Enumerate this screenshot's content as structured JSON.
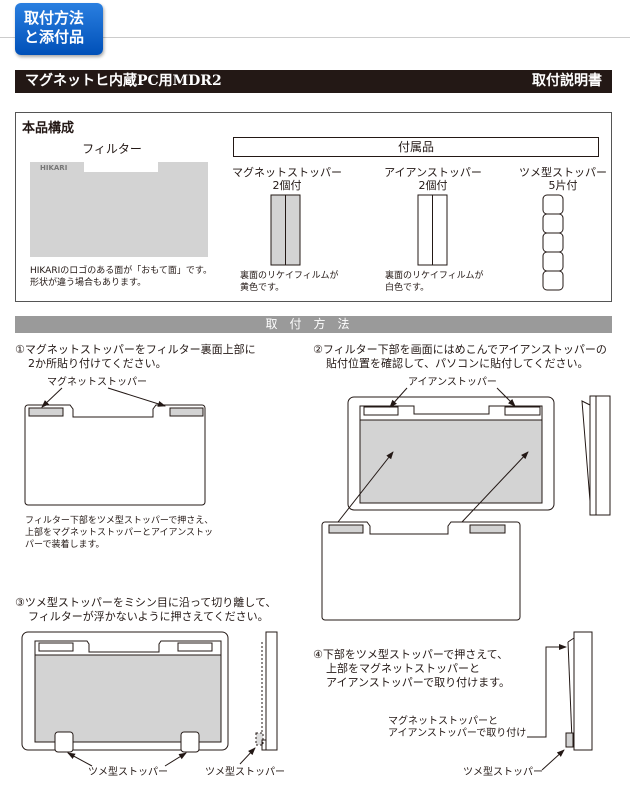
{
  "badge": {
    "line1": "取付方法",
    "line2": "と添付品"
  },
  "title": {
    "product": "マグネットヒ内蔵PC用MDR2",
    "doc": "取付説明書"
  },
  "components": {
    "heading": "本品構成",
    "filter": {
      "label": "フィルター",
      "logo": "HIKARI",
      "note1": "HIKARIのロゴのある面が「おもて面」です。",
      "note2": "形状が違う場合もあります。"
    },
    "accessories_heading": "付属品",
    "items": [
      {
        "name": "マグネットストッパー",
        "qty": "2個付",
        "note1": "裏面のリケイフィルムが",
        "note2": "黄色です。"
      },
      {
        "name": "アイアンストッパー",
        "qty": "2個付",
        "note1": "裏面のリケイフィルムが",
        "note2": "白色です。"
      },
      {
        "name": "ツメ型ストッパー",
        "qty": "5片付"
      }
    ]
  },
  "howto": {
    "heading": "取付方法",
    "step1": {
      "line1": "①マグネットストッパーをフィルター裏面上部に",
      "line2": "2か所貼り付けてください。",
      "label": "マグネットストッパー",
      "note1": "フィルター下部をツメ型ストッパーで押さえ、",
      "note2": "上部をマグネットストッパーとアイアンストッ",
      "note3": "パーで装着します。"
    },
    "step2": {
      "line1": "②フィルター下部を画面にはめこんでアイアンストッパーの",
      "line2": "貼付位置を確認して、パソコンに貼付してください。",
      "label": "アイアンストッパー"
    },
    "step3": {
      "line1": "③ツメ型ストッパーをミシン目に沿って切り離して、",
      "line2": "フィルターが浮かないように押さえてください。",
      "label_front": "ツメ型ストッパー",
      "label_side": "ツメ型ストッパー"
    },
    "step4": {
      "line1": "④下部をツメ型ストッパーで押さえて、",
      "line2": "上部をマグネットストッパーと",
      "line3": "アイアンストッパーで取り付けます。",
      "label_top1": "マグネットストッパーと",
      "label_top2": "アイアンストッパーで取り付け",
      "label_bottom": "ツメ型ストッパー"
    }
  }
}
